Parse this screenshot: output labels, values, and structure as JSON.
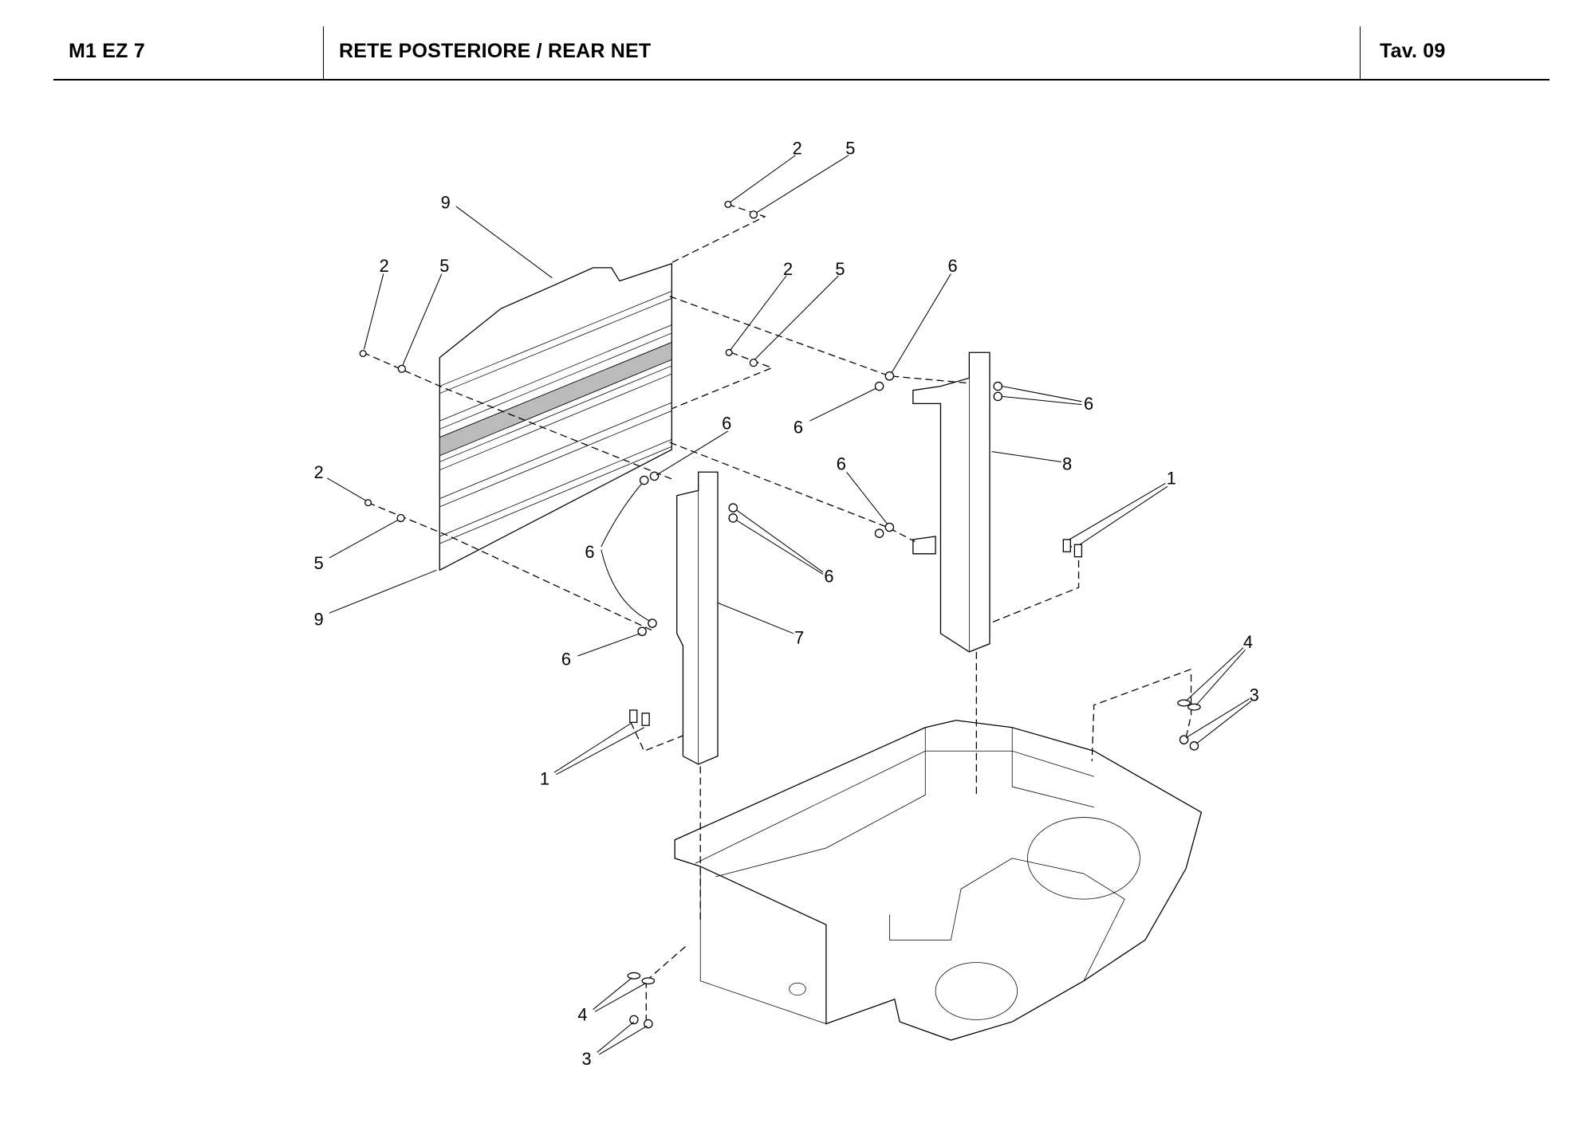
{
  "header": {
    "model": "M1 EZ 7",
    "title": "RETE POSTERIORE / REAR NET",
    "plate": "Tav.  09"
  },
  "callouts": [
    {
      "label": "2"
    },
    {
      "label": "5"
    },
    {
      "label": "9"
    },
    {
      "label": "2"
    },
    {
      "label": "5"
    },
    {
      "label": "2"
    },
    {
      "label": "5"
    },
    {
      "label": "6"
    },
    {
      "label": "6"
    },
    {
      "label": "6"
    },
    {
      "label": "8"
    },
    {
      "label": "6"
    },
    {
      "label": "2"
    },
    {
      "label": "1"
    },
    {
      "label": "6"
    },
    {
      "label": "6"
    },
    {
      "label": "6"
    },
    {
      "label": "5"
    },
    {
      "label": "9"
    },
    {
      "label": "7"
    },
    {
      "label": "6"
    },
    {
      "label": "4"
    },
    {
      "label": "3"
    },
    {
      "label": "1"
    },
    {
      "label": "4"
    },
    {
      "label": "3"
    }
  ]
}
